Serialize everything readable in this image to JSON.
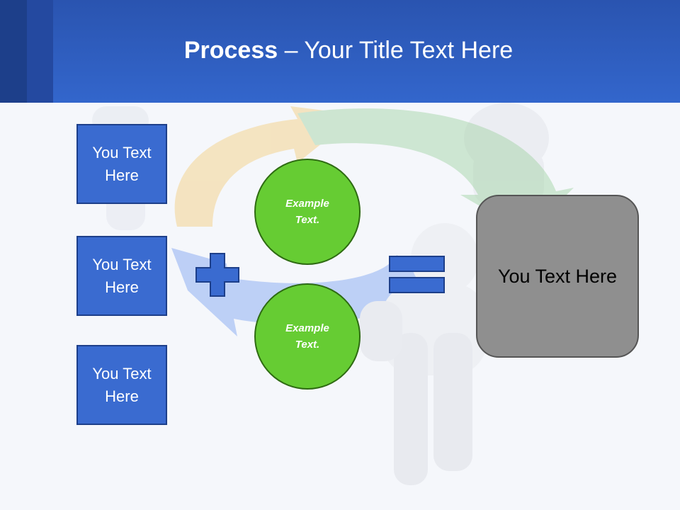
{
  "title": {
    "bold": "Process",
    "rest": " – Your Title Text Here"
  },
  "left_boxes": [
    {
      "label": "You Text Here"
    },
    {
      "label": "You Text Here"
    },
    {
      "label": "You Text Here"
    }
  ],
  "circles": [
    {
      "label": "Example Text."
    },
    {
      "label": "Example Text."
    }
  ],
  "result": {
    "label": "You Text Here"
  },
  "colors": {
    "header": "#3366cc",
    "box": "#3a6bd0",
    "circle": "#66cc33",
    "result": "#8f8f8f"
  }
}
